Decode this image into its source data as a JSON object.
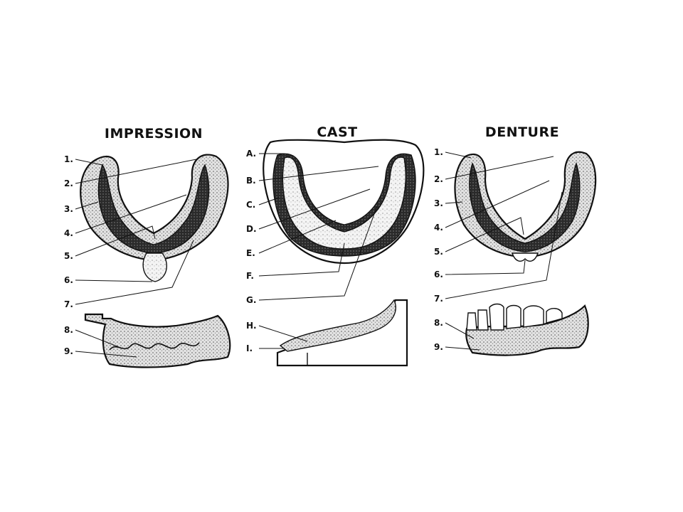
{
  "panels": {
    "impression": {
      "title": "IMPRESSION",
      "labels": [
        "1.",
        "2.",
        "3.",
        "4.",
        "5.",
        "6.",
        "7.",
        "8.",
        "9."
      ]
    },
    "cast": {
      "title": "CAST",
      "labels": [
        "A.",
        "B.",
        "C.",
        "D.",
        "E.",
        "F.",
        "G.",
        "H.",
        "I."
      ]
    },
    "denture": {
      "title": "DENTURE",
      "labels": [
        "1.",
        "2.",
        "3.",
        "4.",
        "5.",
        "6.",
        "7.",
        "8.",
        "9."
      ]
    }
  }
}
